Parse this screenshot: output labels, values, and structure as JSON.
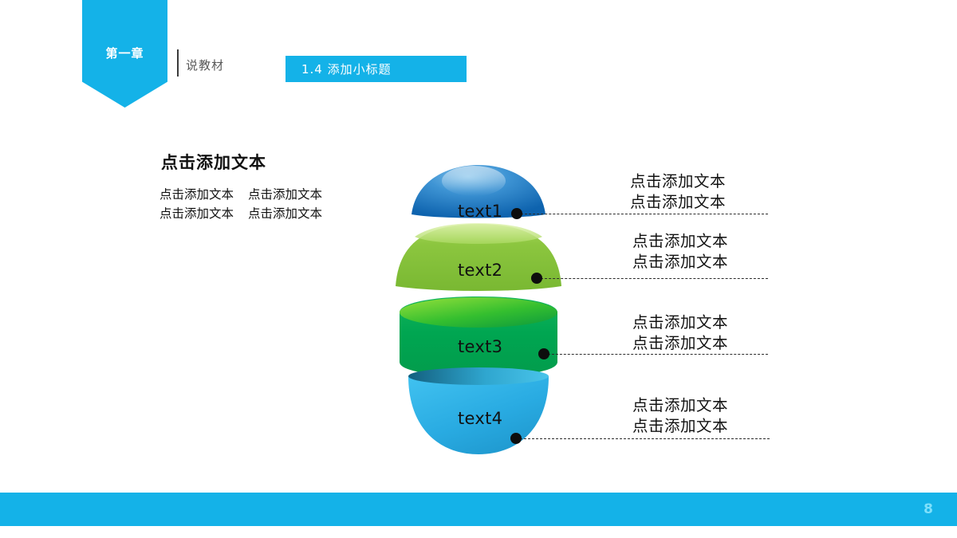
{
  "header": {
    "chapter_label": "第一章",
    "section_label": "说教材",
    "chip_label": "1.4  添加小标题"
  },
  "left": {
    "title": "点击添加文本",
    "items": [
      "点击添加文本",
      "点击添加文本",
      "点击添加文本",
      "点击添加文本"
    ]
  },
  "diagram": {
    "layers": [
      {
        "label": "text1",
        "shape": "dome-top",
        "color": "#1b75bc",
        "highlight": "#4a9fd8"
      },
      {
        "label": "text2",
        "shape": "trapezoid",
        "color": "#8cc63f",
        "highlight": "#c3e07c"
      },
      {
        "label": "text3",
        "shape": "cylinder",
        "color": "#00a651",
        "highlight": "#49c24a"
      },
      {
        "label": "text4",
        "shape": "dome-bottom",
        "color": "#29abe2",
        "highlight": "#1f7fa8"
      }
    ]
  },
  "callouts": [
    {
      "line1": "点击添加文本",
      "line2": "点击添加文本"
    },
    {
      "line1": "点击添加文本",
      "line2": "点击添加文本"
    },
    {
      "line1": "点击添加文本",
      "line2": "点击添加文本"
    },
    {
      "line1": "点击添加文本",
      "line2": "点击添加文本"
    }
  ],
  "footer": {
    "page_number": "8",
    "bar_color": "#14b2e8"
  }
}
